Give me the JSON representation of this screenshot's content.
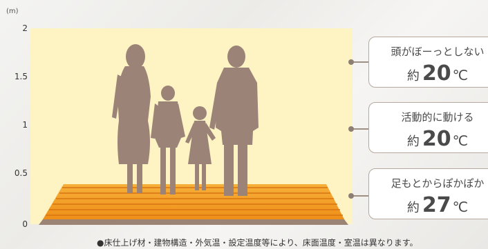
{
  "axis": {
    "unit": "(m)",
    "ticks": [
      "2",
      "1.5",
      "1",
      "0.5",
      "0"
    ]
  },
  "callouts": [
    {
      "text": "頭がぼーっとしない",
      "prefix": "約",
      "value": "20",
      "unit": "℃"
    },
    {
      "text": "活動的に動ける",
      "prefix": "約",
      "value": "20",
      "unit": "℃"
    },
    {
      "text": "足もとからぽかぽか",
      "prefix": "約",
      "value": "27",
      "unit": "℃"
    }
  ],
  "footnote": "●床仕上げ材・建物構造・外気温・設定温度等により、床面温度・室温は異なります。",
  "colors": {
    "chart_bg": "#fdf3c3",
    "floor_main": "#f39c1e",
    "floor_dark": "#d97a14",
    "floor_edge": "#9b8476",
    "silhouette": "#9c8378",
    "card_border": "#b7a89d"
  },
  "icons": [
    "family-silhouette-icon"
  ]
}
